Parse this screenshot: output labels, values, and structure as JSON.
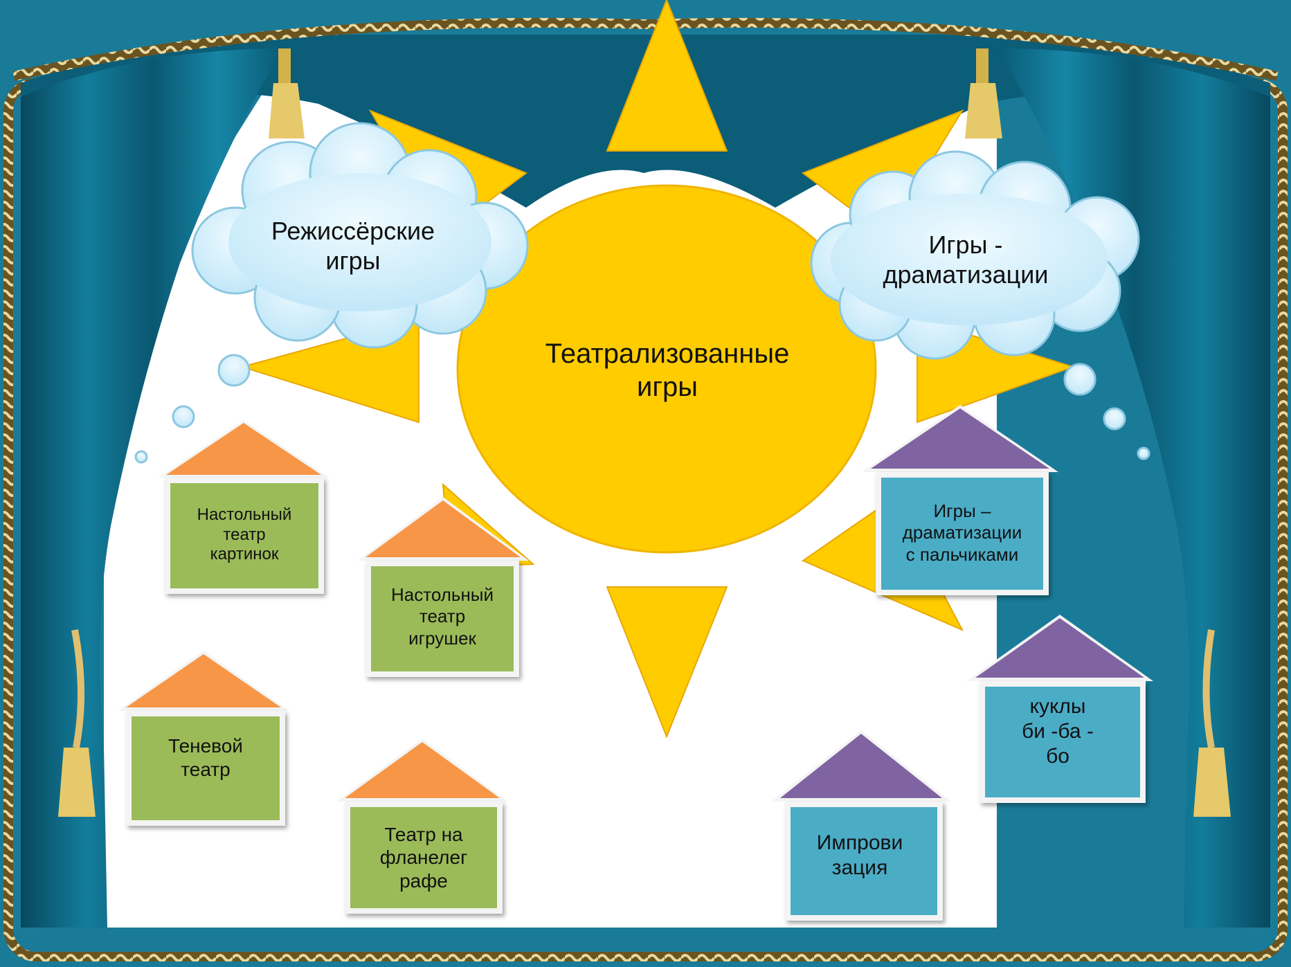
{
  "center": {
    "text": "Театрализованные\nигры",
    "color": "#ffcc00"
  },
  "clouds": [
    {
      "id": "director",
      "text": "Режиссёрские\nигры"
    },
    {
      "id": "drama",
      "text": "Игры -\nдраматизации"
    }
  ],
  "houses_left": [
    {
      "id": "table-pictures",
      "text": "Настольный\nтеатр\nкартинок"
    },
    {
      "id": "table-toys",
      "text": "Настольный\nтеатр\nигрушек"
    },
    {
      "id": "shadow",
      "text": "Теневой\nтеатр"
    },
    {
      "id": "flannel",
      "text": "Театр на\nфланелег\nрафе"
    }
  ],
  "houses_right": [
    {
      "id": "finger",
      "text": "Игры –\nдраматизации\nс пальчиками"
    },
    {
      "id": "bibabo",
      "text": "куклы\nби -ба -\nбо"
    },
    {
      "id": "improv",
      "text": "Импрови\nзация"
    }
  ],
  "colors": {
    "curtain": "#0f6a86",
    "stage": "#ffffff",
    "sun": "#ffcc00",
    "roof_left": "#f79646",
    "roof_right": "#8064a2",
    "body_left": "#9bbb59",
    "body_right": "#4bacc6",
    "cloud": "#cdeefb"
  }
}
